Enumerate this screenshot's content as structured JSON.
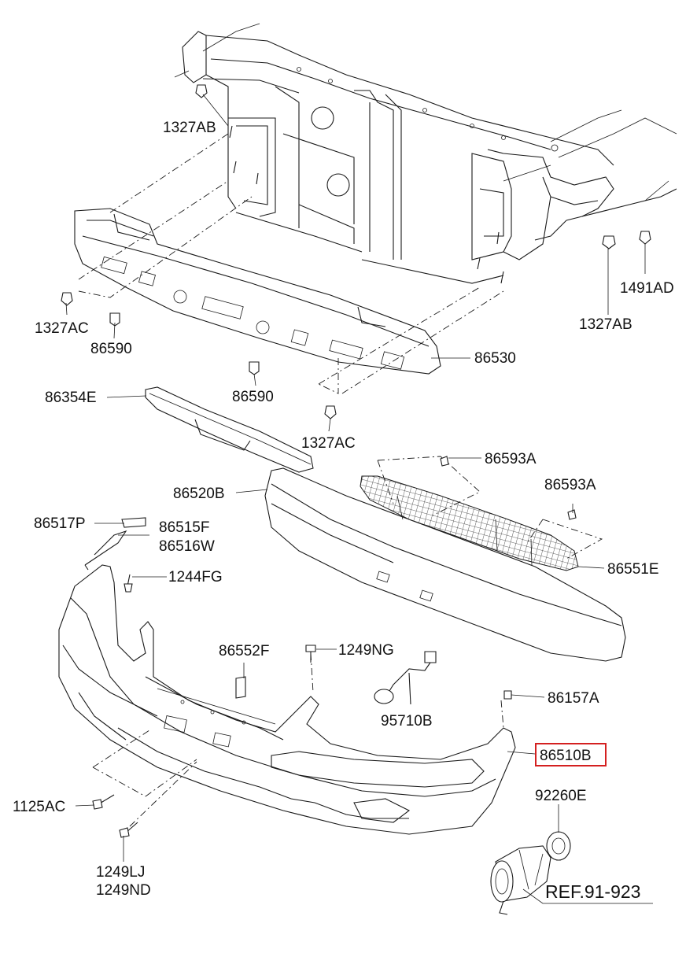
{
  "diagram": {
    "labels": {
      "p1327AB_top": "1327AB",
      "p1327AC_left": "1327AC",
      "p86590_a": "86590",
      "p86590_b": "86590",
      "p1327AC_mid": "1327AC",
      "p86530": "86530",
      "p1327AB_right": "1327AB",
      "p1491AD": "1491AD",
      "p86354E": "86354E",
      "p86593A_a": "86593A",
      "p86593A_b": "86593A",
      "p86520B": "86520B",
      "p86517P": "86517P",
      "p86515F": "86515F",
      "p86516W": "86516W",
      "p1244FG": "1244FG",
      "p86551E": "86551E",
      "p86552F": "86552F",
      "p1249NG": "1249NG",
      "p95710B": "95710B",
      "p86157A": "86157A",
      "p86510B": "86510B",
      "p92260E": "92260E",
      "p1125AC": "1125AC",
      "p1249LJ": "1249LJ",
      "p1249ND": "1249ND",
      "ref": "REF.91-923"
    },
    "highlight_part": "86510B",
    "highlight_color": "#d42020"
  }
}
